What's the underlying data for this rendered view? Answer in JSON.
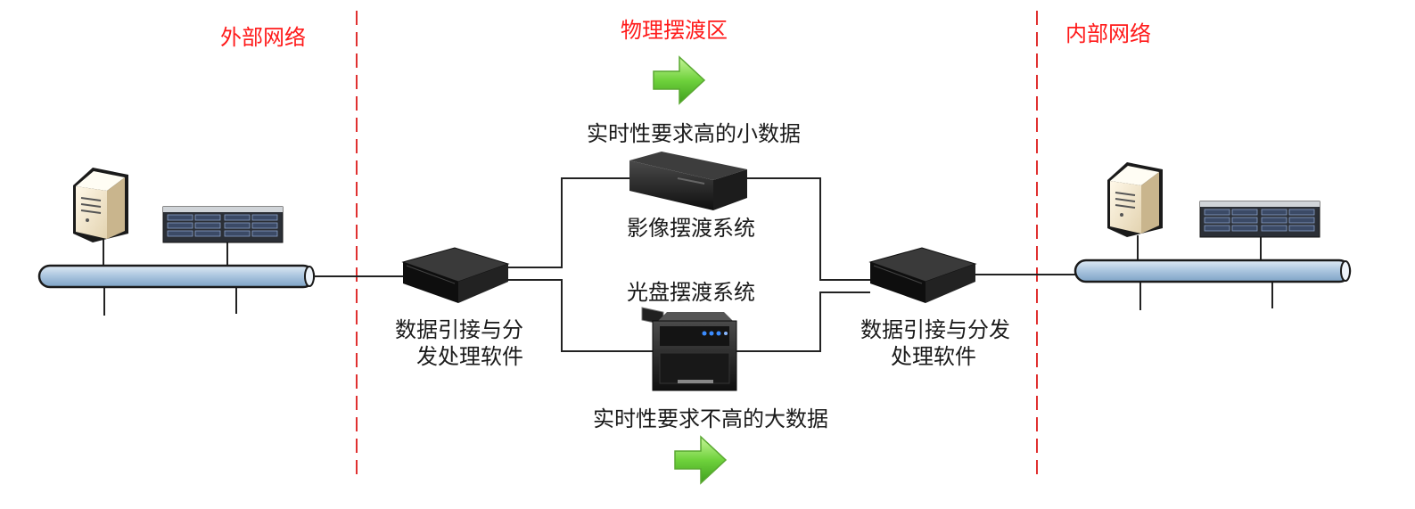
{
  "zones": {
    "external": "外部网络",
    "ferry": "物理摆渡区",
    "internal": "内部网络"
  },
  "captions": {
    "small_data": "实时性要求高的小数据",
    "image_ferry": "影像摆渡系统",
    "disc_ferry": "光盘摆渡系统",
    "big_data": "实时性要求不高的大数据",
    "left_software_line1": "数据引接与分",
    "left_software_line2": "发处理软件",
    "right_software_line1": "数据引接与分发",
    "right_software_line2": "处理软件"
  },
  "colors": {
    "zone_label": "#ff1a1a",
    "divider": "#e03030",
    "arrow": "#6fd23c",
    "bus": "#a9c4de"
  },
  "icons": {
    "pc": "tower-pc-icon",
    "storage": "rack-storage-icon",
    "server": "rack-server-icon",
    "image_ferry": "image-ferry-device-icon",
    "disc_ferry": "disc-ferry-device-icon",
    "arrow": "right-arrow-icon"
  }
}
